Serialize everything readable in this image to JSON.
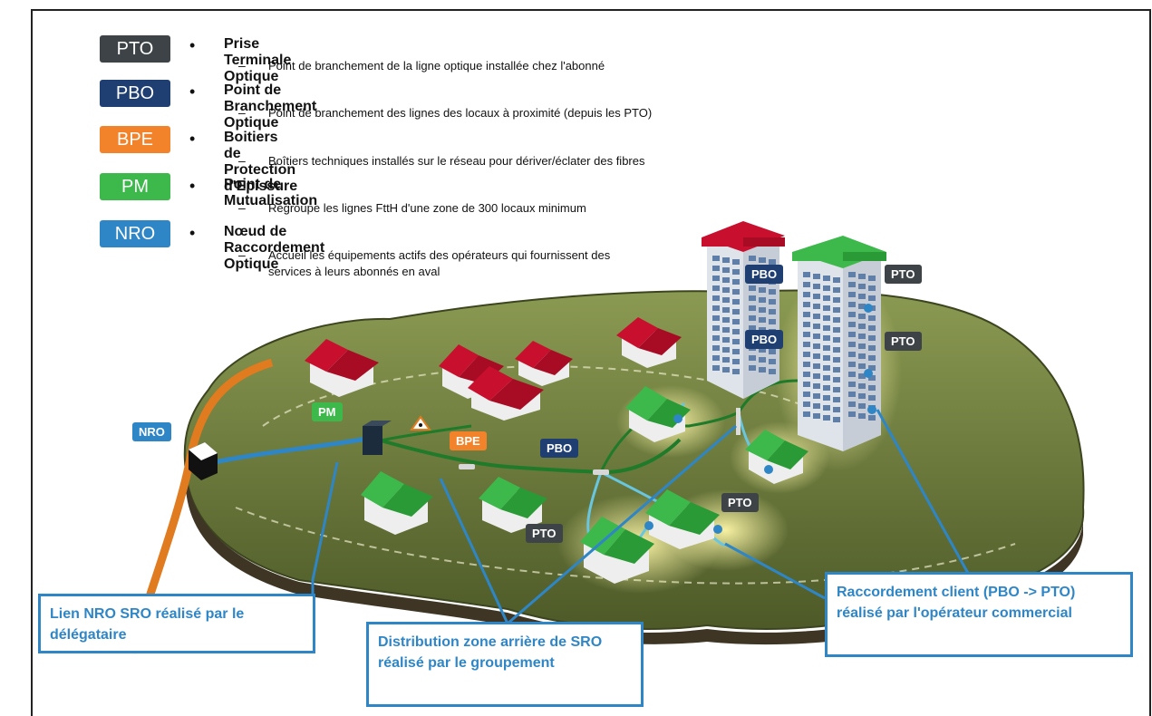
{
  "legend": [
    {
      "abbr": "PTO",
      "color": "#3d4347",
      "term": "Prise Terminale Optique",
      "desc": "Point de branchement de la ligne optique installée chez l'abonné"
    },
    {
      "abbr": "PBO",
      "color": "#1f3f73",
      "term": "Point de Branchement Optique",
      "desc": "Point de branchement des lignes des locaux à proximité (depuis les PTO)"
    },
    {
      "abbr": "BPE",
      "color": "#f2832a",
      "term": "Boitiers de Protection d'Epissure",
      "desc": "Boîtiers techniques installés sur le réseau pour dériver/éclater des fibres"
    },
    {
      "abbr": "PM",
      "color": "#3db84a",
      "term": "Point de Mutualisation",
      "desc": "Regroupe les lignes FttH d'une zone de 300 locaux minimum"
    },
    {
      "abbr": "NRO",
      "color": "#2f86c6",
      "term": "Nœud de Raccordement Optique",
      "desc": "Accueil les équipements actifs des opérateurs qui fournissent des services à leurs abonnés en aval"
    }
  ],
  "bullet": "•",
  "dash": "–",
  "tags": {
    "nro": "NRO",
    "pm": "PM",
    "bpe": "BPE",
    "pbo_ground": "PBO",
    "pto_left": "PTO",
    "pto_right": "PTO",
    "pbo_tower_1": "PBO",
    "pto_tower_1": "PTO",
    "pbo_tower_2": "PBO",
    "pto_tower_2": "PTO"
  },
  "callouts": {
    "nro_sro": "Lien NRO SRO réalisé par le délégataire",
    "distribution": "Distribution zone arrière de SRO réalisé par le groupement",
    "raccordement": "Raccordement client (PBO -> PTO) réalisé par l'opérateur commercial"
  },
  "colors": {
    "accent_blue": "#2f86c6",
    "fiber_green": "#1f7a2a",
    "fiber_orange": "#e07b1f",
    "roof_red": "#c8102e",
    "roof_green": "#3db84a",
    "ground": "#6b7a3a"
  }
}
